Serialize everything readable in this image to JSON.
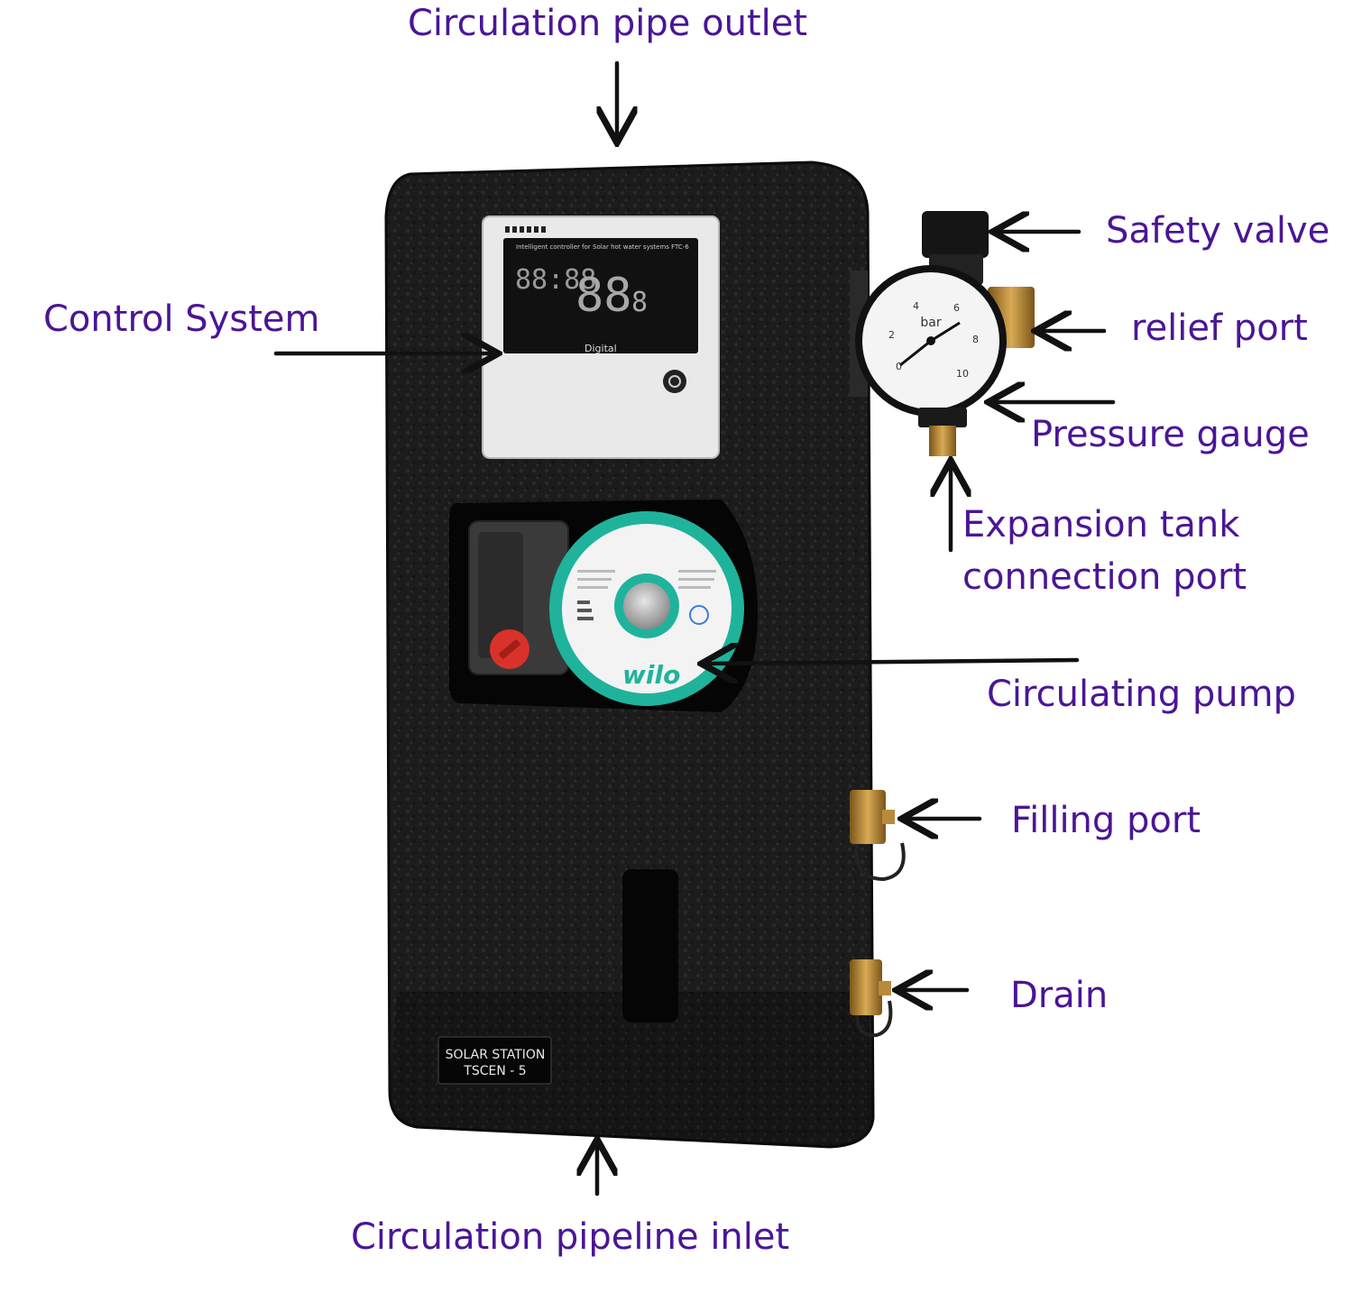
{
  "labels": {
    "outlet": "Circulation pipe outlet",
    "control": "Control System",
    "safety_valve": "Safety valve",
    "relief_port": "relief port",
    "pressure_gauge": "Pressure gauge",
    "expansion_line1": "Expansion tank",
    "expansion_line2": "connection port",
    "pump": "Circulating pump",
    "filling": "Filling port",
    "drain": "Drain",
    "inlet": "Circulation pipeline inlet"
  },
  "device": {
    "nameplate_line1": "SOLAR STATION",
    "nameplate_line2": "TSCEN - 5",
    "controller_caption": "Intelligent controller for Solar hot water systems FTC-6",
    "controller_digits_small": "88:88",
    "controller_digits_big": "88",
    "controller_digit_single": "8",
    "controller_brand": "Digital",
    "pump_brand": "wilo",
    "gauge_unit": "bar",
    "gauge_ticks": [
      "0",
      "2",
      "4",
      "6",
      "8",
      "10"
    ]
  },
  "colors": {
    "label_text": "#4b1596",
    "arrow": "#111111",
    "housing": "#1b1b1b",
    "pump_ring": "#1fb39c",
    "brass": "#b98a3c"
  }
}
